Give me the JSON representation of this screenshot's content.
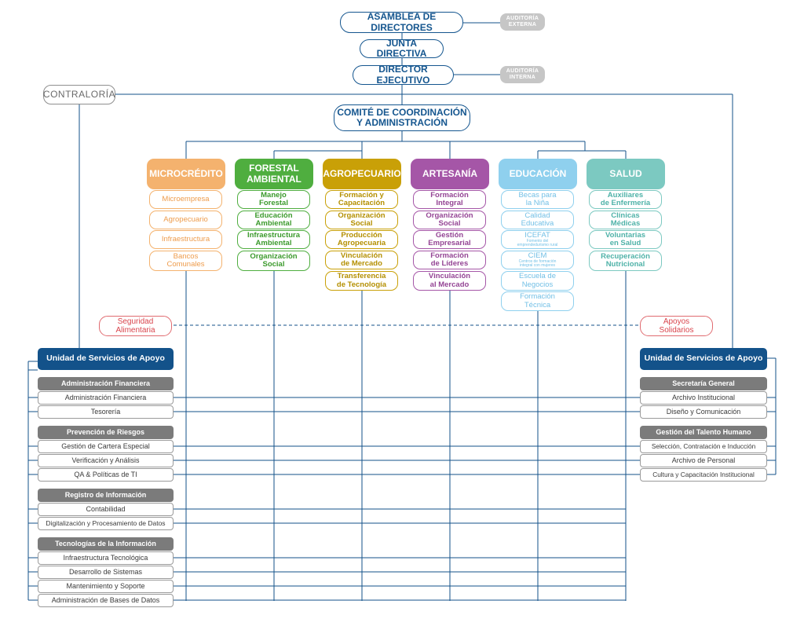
{
  "top": {
    "asamblea": "ASAMBLEA DE  DIRECTORES",
    "junta": "JUNTA DIRECTIVA",
    "director": "DIRECTOR EJECUTIVO",
    "comite_1": "COMITÉ DE COORDINACIÓN",
    "comite_2": "Y ADMINISTRACIÓN",
    "contraloria": "CONTRALORÍA",
    "auditoria_externa_1": "AUDITORÍA",
    "auditoria_externa_2": "EXTERNA",
    "auditoria_interna_1": "AUDITORÍA",
    "auditoria_interna_2": "INTERNA"
  },
  "colors": {
    "microcredito": "#f4b26e",
    "forestal": "#4fae3f",
    "agropecuario": "#c9a007",
    "artesania": "#a556a7",
    "educacion": "#8fd0ee",
    "salud": "#7cc9c1",
    "navy": "#13528a"
  },
  "areas": [
    {
      "name": "MICROCRÉDITO",
      "items": [
        [
          "Microempresa"
        ],
        [
          "Agropecuario"
        ],
        [
          "Infraestructura"
        ],
        [
          "Bancos",
          "Comunales"
        ]
      ]
    },
    {
      "name1": "FORESTAL",
      "name2": "AMBIENTAL",
      "items": [
        [
          "Manejo",
          "Forestal"
        ],
        [
          "Educación",
          "Ambiental"
        ],
        [
          "Infraestructura",
          "Ambiental"
        ],
        [
          "Organización",
          "Social"
        ]
      ]
    },
    {
      "name": "AGROPECUARIO",
      "items": [
        [
          "Formación y",
          "Capacitación"
        ],
        [
          "Organización",
          "Social"
        ],
        [
          "Producción",
          "Agropecuaria"
        ],
        [
          "Vinculación",
          "de Mercado"
        ],
        [
          "Transferencia",
          "de Tecnología"
        ]
      ]
    },
    {
      "name": "ARTESANÍA",
      "items": [
        [
          "Formación",
          "Integral"
        ],
        [
          "Organización",
          "Social"
        ],
        [
          "Gestión",
          "Empresarial"
        ],
        [
          "Formación",
          "de Líderes"
        ],
        [
          "Vinculación",
          "al Mercado"
        ]
      ]
    },
    {
      "name": "EDUCACIÓN",
      "items": [
        [
          "Becas para",
          "la Niña"
        ],
        [
          "Calidad",
          "Educativa"
        ],
        [
          "ICEFAT",
          "Fomento del",
          "emprendedurismo rural"
        ],
        [
          "CIEM",
          "Centros de formación",
          "integral con mujeres"
        ],
        [
          "Escuela de",
          "Negocios"
        ],
        [
          "Formación",
          "Técnica"
        ]
      ]
    },
    {
      "name": "SALUD",
      "items": [
        [
          "Auxiliares",
          "de Enfermería"
        ],
        [
          "Clínicas",
          "Médicas"
        ],
        [
          "Voluntarias",
          "en Salud"
        ],
        [
          "Recuperación",
          "Nutricional"
        ]
      ]
    }
  ],
  "seguridad": [
    "Seguridad",
    "Alimentaria"
  ],
  "apoyos": [
    "Apoyos",
    "Solidarios"
  ],
  "left": {
    "title": "Unidad de Servicios de Apoyo",
    "groups": [
      {
        "header": "Administración Financiera",
        "items": [
          "Administración Financiera",
          "Tesorería"
        ]
      },
      {
        "header": "Prevención de Riesgos",
        "items": [
          "Gestión de Cartera Especial",
          "Verificación y Análisis",
          "QA & Políticas de TI"
        ]
      },
      {
        "header": "Registro de Información",
        "items": [
          "Contabilidad",
          "Digitalización y Procesamiento de Datos"
        ]
      },
      {
        "header": "Tecnologías de la Información",
        "items": [
          "Infraestructura Tecnológica",
          "Desarrollo de Sistemas",
          "Mantenimiento y Soporte",
          "Administración de Bases de Datos"
        ]
      }
    ]
  },
  "right": {
    "title": "Unidad de Servicios de Apoyo",
    "groups": [
      {
        "header": "Secretaría General",
        "items": [
          "Archivo Institucional",
          "Diseño y Comunicación"
        ]
      },
      {
        "header": "Gestión del Talento Humano",
        "items": [
          "Selección, Contratación e Inducción",
          "Archivo de Personal",
          "Cultura y Capacitación Institucional"
        ]
      }
    ]
  }
}
